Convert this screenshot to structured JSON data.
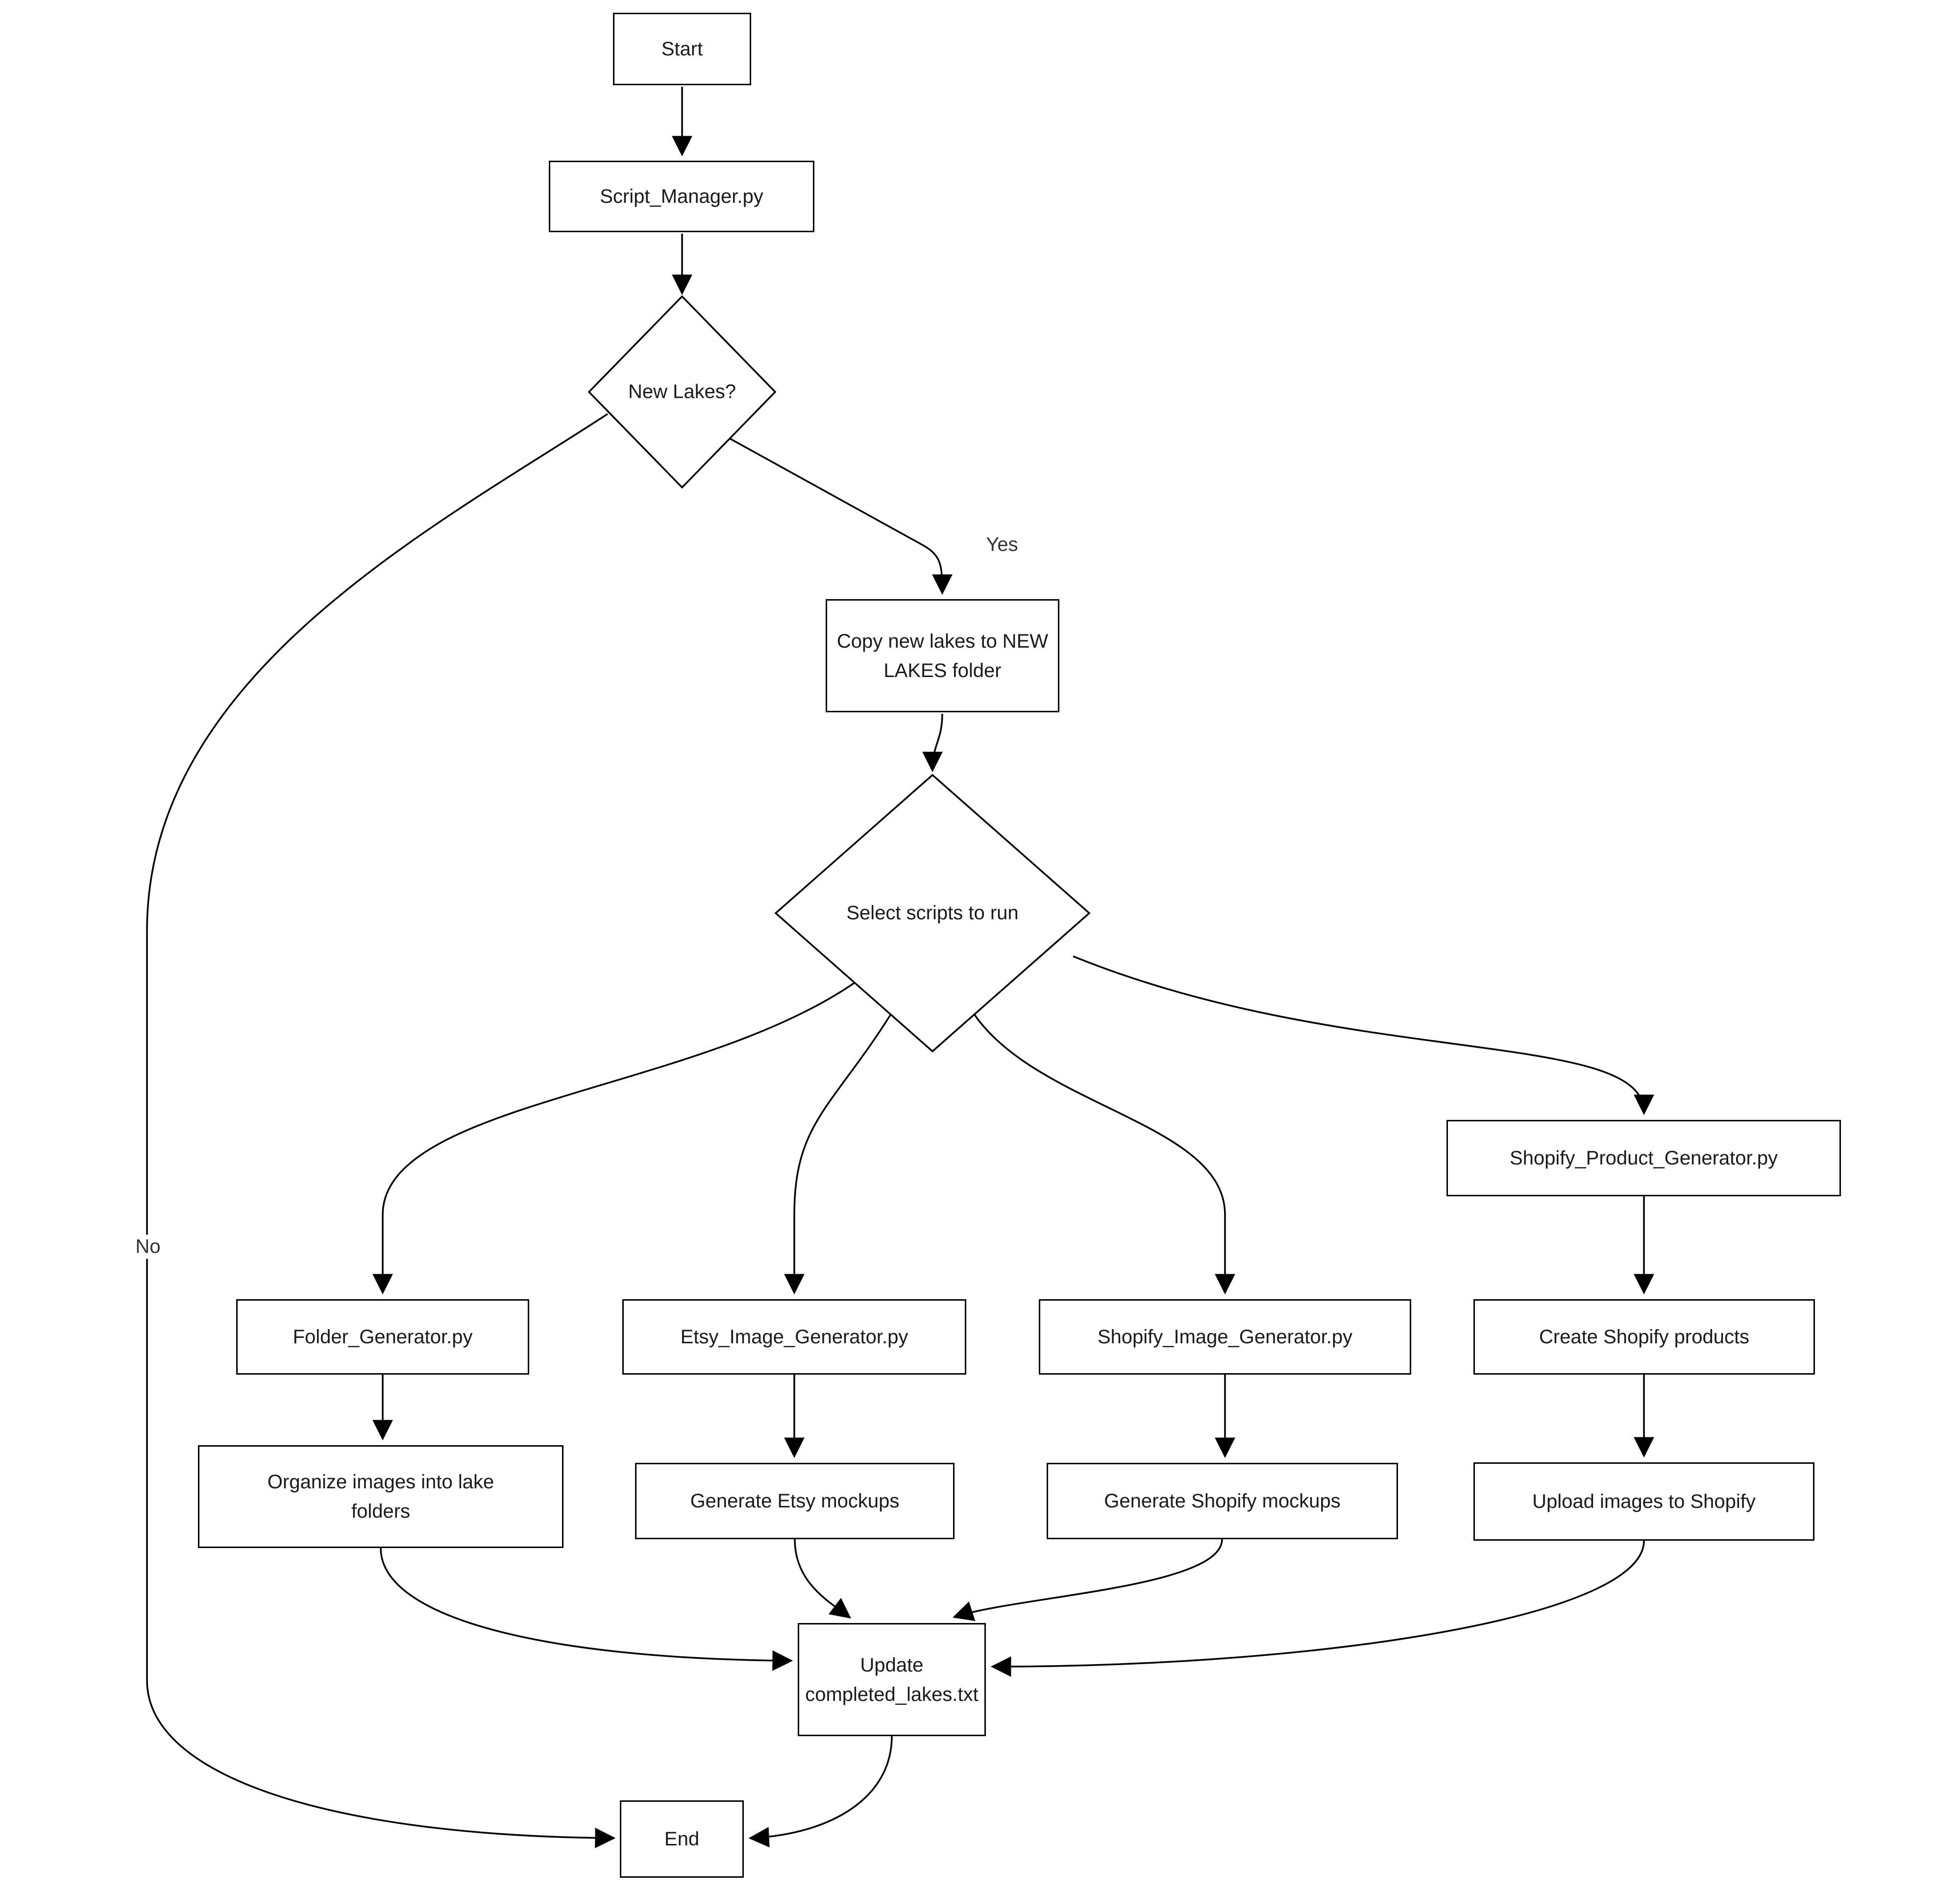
{
  "diagram_type": "flowchart",
  "colors": {
    "background": "#ffffff",
    "node_fill": "#ffffff",
    "node_border": "#000000",
    "edge_stroke": "#000000",
    "node_text": "#1a1a1a",
    "edge_label_text": "#333333"
  },
  "nodes": {
    "start": {
      "label": "Start"
    },
    "script_manager": {
      "label": "Script_Manager.py"
    },
    "new_lakes_decision": {
      "label": "New Lakes?"
    },
    "copy_new_lakes": {
      "label": "Copy new lakes to NEW\nLAKES folder"
    },
    "select_scripts_decision": {
      "label": "Select scripts to run"
    },
    "folder_generator": {
      "label": "Folder_Generator.py"
    },
    "etsy_image_generator": {
      "label": "Etsy_Image_Generator.py"
    },
    "shopify_image_generator": {
      "label": "Shopify_Image_Generator.py"
    },
    "shopify_product_generator": {
      "label": "Shopify_Product_Generator.py"
    },
    "organize_images": {
      "label": "Organize images into lake\nfolders"
    },
    "generate_etsy_mockups": {
      "label": "Generate Etsy mockups"
    },
    "generate_shopify_mockups": {
      "label": "Generate Shopify mockups"
    },
    "create_shopify_products": {
      "label": "Create Shopify products"
    },
    "upload_images_to_shopify": {
      "label": "Upload images to Shopify"
    },
    "update_completed_lakes": {
      "label": "Update\ncompleted_lakes.txt"
    },
    "end": {
      "label": "End"
    }
  },
  "edge_labels": {
    "yes": "Yes",
    "no": "No"
  },
  "edges": [
    {
      "from": "start",
      "to": "script_manager",
      "label": ""
    },
    {
      "from": "script_manager",
      "to": "new_lakes_decision",
      "label": ""
    },
    {
      "from": "new_lakes_decision",
      "to": "copy_new_lakes",
      "label": "Yes"
    },
    {
      "from": "new_lakes_decision",
      "to": "end",
      "label": "No"
    },
    {
      "from": "copy_new_lakes",
      "to": "select_scripts_decision",
      "label": ""
    },
    {
      "from": "select_scripts_decision",
      "to": "folder_generator",
      "label": ""
    },
    {
      "from": "select_scripts_decision",
      "to": "etsy_image_generator",
      "label": ""
    },
    {
      "from": "select_scripts_decision",
      "to": "shopify_image_generator",
      "label": ""
    },
    {
      "from": "select_scripts_decision",
      "to": "shopify_product_generator",
      "label": ""
    },
    {
      "from": "folder_generator",
      "to": "organize_images",
      "label": ""
    },
    {
      "from": "etsy_image_generator",
      "to": "generate_etsy_mockups",
      "label": ""
    },
    {
      "from": "shopify_image_generator",
      "to": "generate_shopify_mockups",
      "label": ""
    },
    {
      "from": "shopify_product_generator",
      "to": "create_shopify_products",
      "label": ""
    },
    {
      "from": "create_shopify_products",
      "to": "upload_images_to_shopify",
      "label": ""
    },
    {
      "from": "organize_images",
      "to": "update_completed_lakes",
      "label": ""
    },
    {
      "from": "generate_etsy_mockups",
      "to": "update_completed_lakes",
      "label": ""
    },
    {
      "from": "generate_shopify_mockups",
      "to": "update_completed_lakes",
      "label": ""
    },
    {
      "from": "upload_images_to_shopify",
      "to": "update_completed_lakes",
      "label": ""
    },
    {
      "from": "update_completed_lakes",
      "to": "end",
      "label": ""
    }
  ]
}
